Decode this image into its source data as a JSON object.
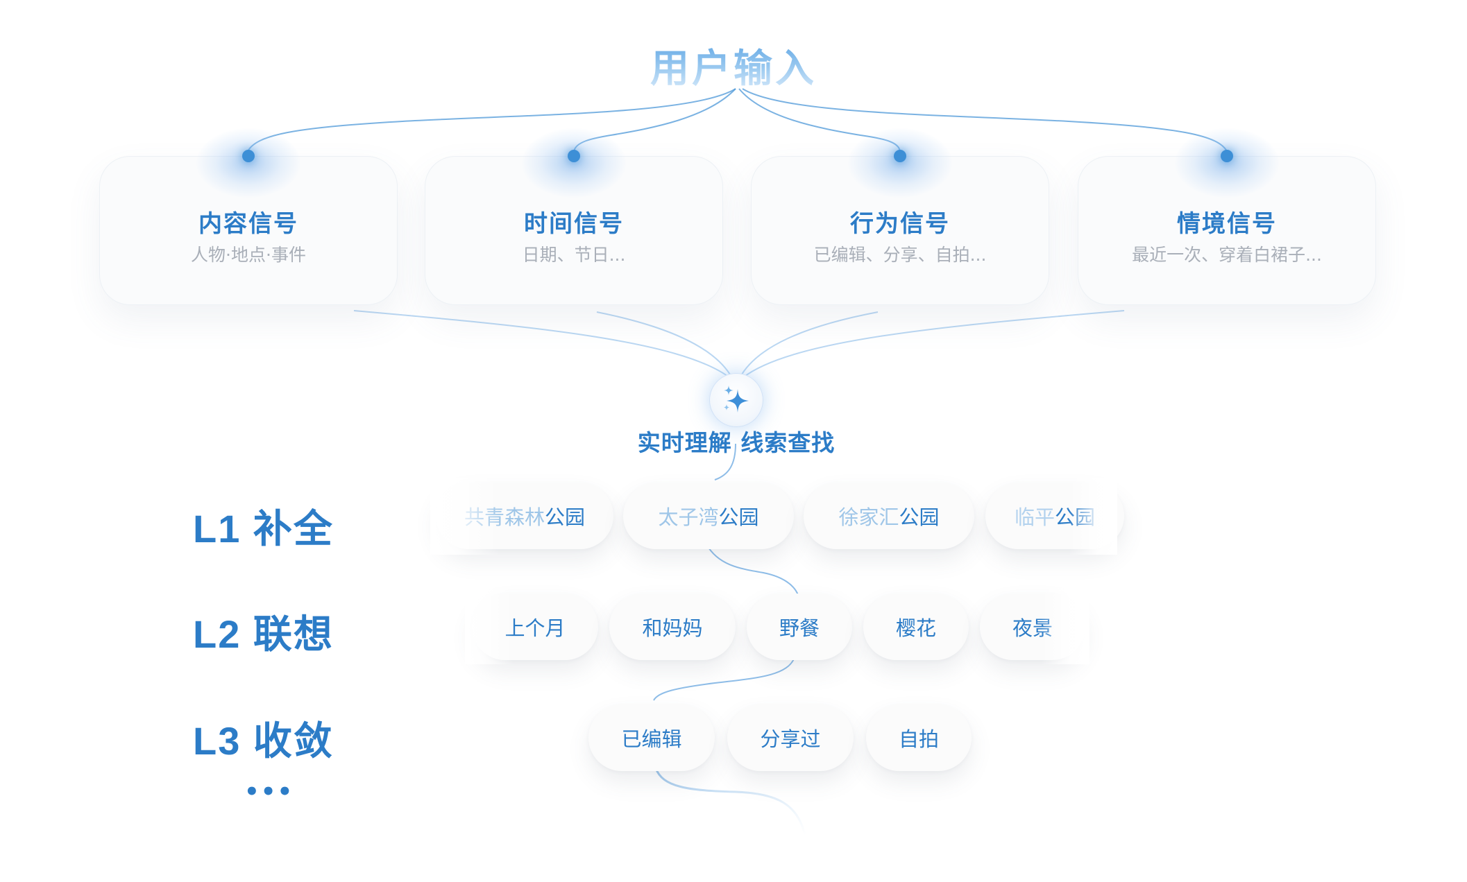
{
  "title": "用户输入",
  "signals": [
    {
      "title": "内容信号",
      "subtitle": "人物·地点·事件"
    },
    {
      "title": "时间信号",
      "subtitle": "日期、节日..."
    },
    {
      "title": "行为信号",
      "subtitle": "已编辑、分享、自拍..."
    },
    {
      "title": "情境信号",
      "subtitle": "最近一次、穿着白裙子..."
    }
  ],
  "hub": {
    "label": "实时理解 线索查找",
    "icon": "sparkle-icon"
  },
  "levels": [
    {
      "label": "L1 补全"
    },
    {
      "label": "L2 联想"
    },
    {
      "label": "L3 收敛"
    }
  ],
  "more": "•••",
  "l1_items": [
    {
      "prefix": "共青森林",
      "suffix": "公园"
    },
    {
      "prefix": "太子湾",
      "suffix": "公园"
    },
    {
      "prefix": "徐家汇",
      "suffix": "公园"
    },
    {
      "prefix": "临平",
      "suffix": "公园"
    }
  ],
  "l2_items": [
    "上个月",
    "和妈妈",
    "野餐",
    "樱花",
    "夜景"
  ],
  "l3_items": [
    "已编辑",
    "分享过",
    "自拍"
  ],
  "colors": {
    "accent": "#2c7cc7",
    "faint": "#9fc6e8",
    "muted": "#a9afb8"
  }
}
